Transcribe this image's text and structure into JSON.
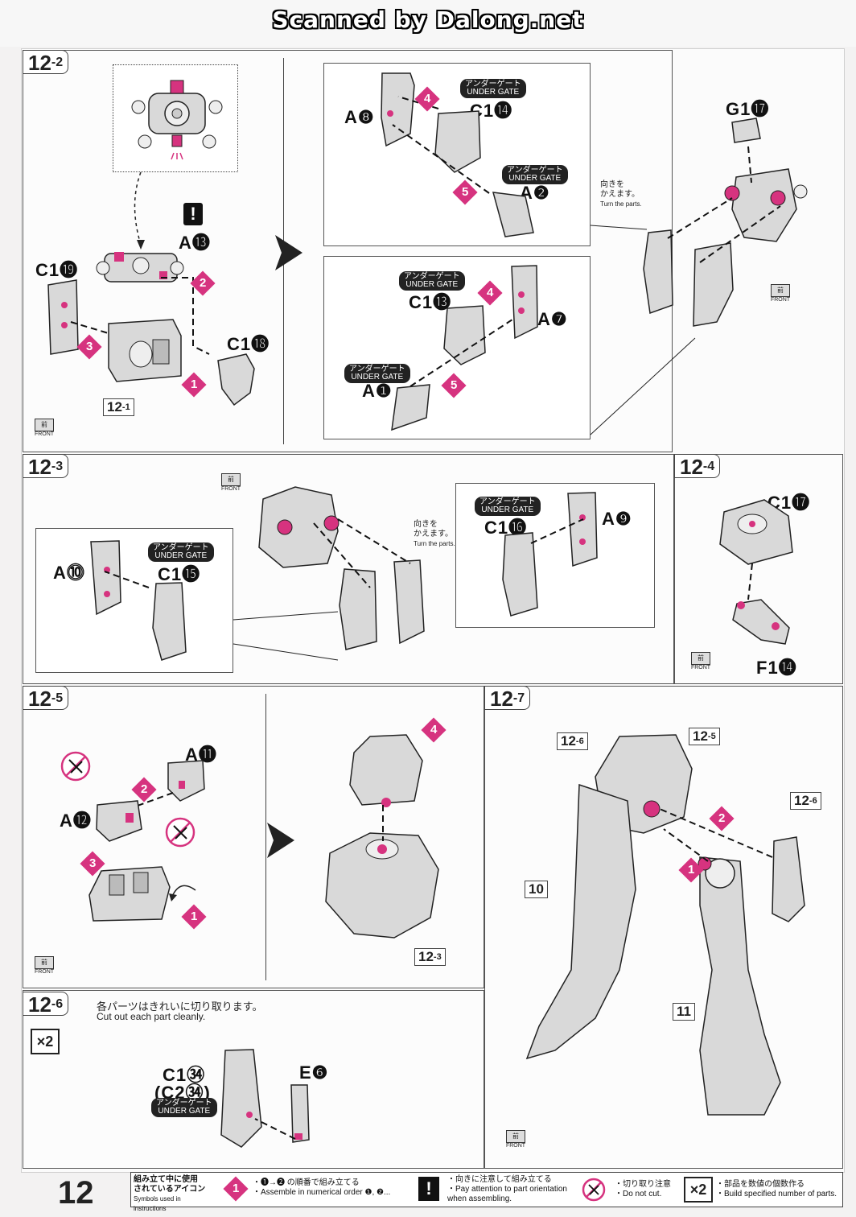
{
  "header": {
    "scan_credit": "Scanned by Dalong.net"
  },
  "page_number": "12",
  "common": {
    "front_jp": "前",
    "front_en": "FRONT",
    "under_gate_jp": "アンダーゲート",
    "under_gate_en": "UNDER GATE",
    "turn_jp_1": "向きを",
    "turn_jp_2": "かえます。",
    "turn_en": "Turn the parts."
  },
  "step_12_2": {
    "step": "12",
    "sub": "-2",
    "parts": {
      "a13": "A⓭",
      "c19": "C1⓳",
      "c18": "C1⓲",
      "a8": "A❽",
      "c14": "C1⓮",
      "a2": "A❷",
      "c13": "C1⓭",
      "a7": "A❼",
      "a1": "A❶",
      "g17": "G1⓱"
    },
    "ref": "12",
    "ref_sub": "-1",
    "nums": [
      "1",
      "2",
      "3",
      "4",
      "5",
      "4",
      "5"
    ]
  },
  "step_12_3": {
    "step": "12",
    "sub": "-3",
    "parts": {
      "a10": "A⓾",
      "c15": "C1⓯",
      "c16": "C1⓰",
      "a9": "A❾"
    }
  },
  "step_12_4": {
    "step": "12",
    "sub": "-4",
    "parts": {
      "c17": "C1⓱",
      "f14": "F1⓮"
    }
  },
  "step_12_5": {
    "step": "12",
    "sub": "-5",
    "parts": {
      "a11": "A⓫",
      "a12": "A⓬"
    },
    "ref": "12",
    "ref_sub": "-3",
    "nums": [
      "1",
      "2",
      "3",
      "4"
    ]
  },
  "step_12_6": {
    "step": "12",
    "sub": "-6",
    "note_jp": "各パーツはきれいに切り取ります。",
    "note_en": "Cut out each part cleanly.",
    "multiplier": "×2",
    "parts": {
      "c134": "C1㉞",
      "c234": "(C2㉞)",
      "e6": "E❻"
    }
  },
  "step_12_7": {
    "step": "12",
    "sub": "-7",
    "refs": [
      {
        "n": "12",
        "s": "-6"
      },
      {
        "n": "12",
        "s": "-5"
      },
      {
        "n": "12",
        "s": "-6"
      },
      {
        "n": "10",
        "s": ""
      },
      {
        "n": "11",
        "s": ""
      }
    ],
    "nums": [
      "1",
      "2"
    ]
  },
  "legend": {
    "title_jp_1": "組み立て中に使用",
    "title_jp_2": "されているアイコン",
    "title_en": "Symbols used in instructions",
    "order_jp": "・❶→❷ の順番で組み立てる",
    "order_en": "・Assemble in numerical order ❶, ❷...",
    "attention_jp": "・向きに注意して組み立てる",
    "attention_en_1": "・Pay attention to part orientation",
    "attention_en_2": "when assembling.",
    "nocut_jp": "・切り取り注意",
    "nocut_en": "・Do not cut.",
    "multi_jp": "・部品を数値の個数作る",
    "multi_en": "・Build specified number of parts.",
    "multi_icon": "×2",
    "order_icon": "1",
    "attention_icon": "!"
  },
  "colors": {
    "accent_magenta": "#d6337f",
    "line": "#222222",
    "part_fill": "#d9d9d9"
  }
}
